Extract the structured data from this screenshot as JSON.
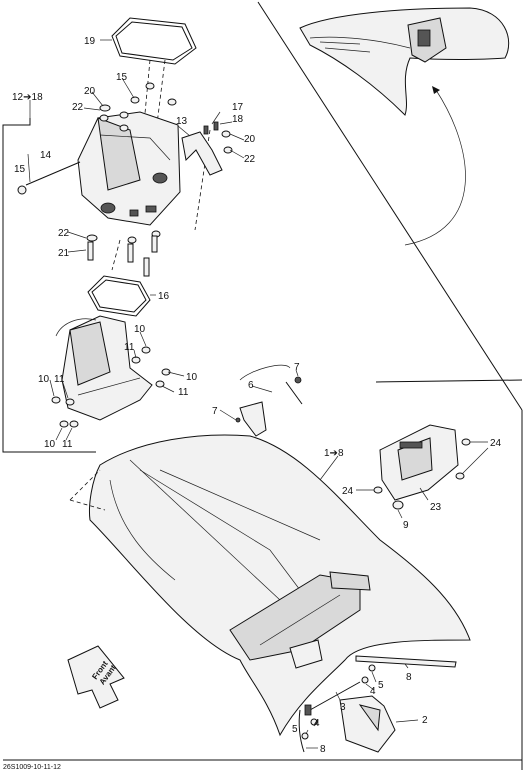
{
  "diagram": {
    "footer_code": "26S1009-10-11-12",
    "front_arrow": {
      "line1": "Front",
      "line2": "Avant"
    },
    "group_labels": {
      "front_group": "12➔18",
      "seat_group": "1➔8"
    },
    "callouts": {
      "c19": "19",
      "c15a": "15",
      "c20a": "20",
      "c22a": "22",
      "c17": "17",
      "c13": "13",
      "c18": "18",
      "c20b": "20",
      "c22b": "22",
      "c14": "14",
      "c15b": "15",
      "c22c": "22",
      "c21": "21",
      "c16": "16",
      "c10a": "10",
      "c11a": "11",
      "c10b": "10",
      "c11b": "11",
      "c10c": "10",
      "c11c": "11",
      "c10d": "10",
      "c11d": "11",
      "c7a": "7",
      "c6": "6",
      "c7b": "7",
      "c24a": "24",
      "c24b": "24",
      "c23": "23",
      "c9": "9",
      "c8a": "8",
      "c5a": "5",
      "c4a": "4",
      "c3": "3",
      "c4b": "4",
      "c5b": "5",
      "c2": "2",
      "c8b": "8"
    }
  }
}
